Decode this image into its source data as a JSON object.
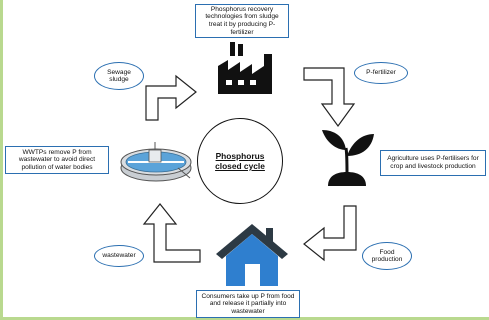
{
  "diagram": {
    "title": "Phosphorus closed cycle",
    "steps": {
      "recovery": "Phosphorus recovery technologies from sludge treat it by producing P-fertilizer",
      "agriculture": "Agriculture uses P-fertilisers for crop and livestock production",
      "consumers": "Consumers take up P from food and release it partially into wastewater",
      "wwtp": "WWTPs remove P from wastewater to avoid direct pollution of water bodies"
    },
    "flows": {
      "p_fertilizer": "P-fertilizer",
      "food_production": "Food production",
      "wastewater": "wastewater",
      "sewage_sludge": "Sewage sludge"
    }
  },
  "colors": {
    "box_border": "#2b6fb1",
    "house_blue": "#2f7fcf",
    "house_dark": "#2d3a44",
    "icon_black": "#111111",
    "tank_blue": "#5ba3d9",
    "page_edge": "#b9d98f"
  },
  "icons": [
    "factory-icon",
    "plant-icon",
    "house-icon",
    "treatment-tank-icon"
  ]
}
